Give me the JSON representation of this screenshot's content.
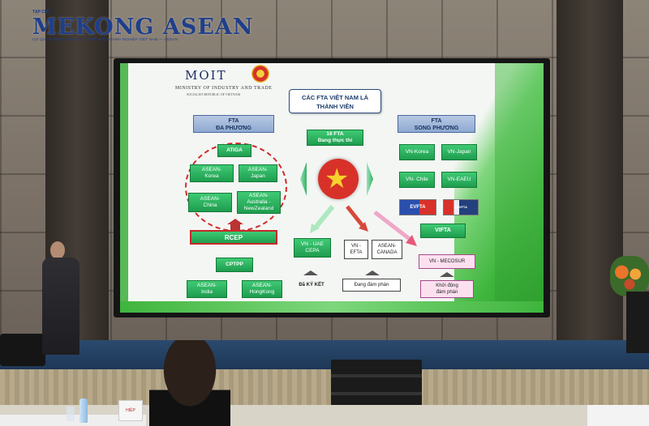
{
  "watermark": {
    "brand": "MEKONG ASEAN",
    "prefix": "TẠP CHÍ",
    "tagline": "CƠ QUAN NGÔN LUẬN CỦA HIỆP HỘI DOANH NGHIỆP VIỆT NAM — ASEAN"
  },
  "slide": {
    "logo_text": "MOIT",
    "ministry": "MINISTRY OF INDUSTRY AND TRADE",
    "republic": "SOCIALIST REPUBLIC OF VIETNAM",
    "title_line1": "CÁC FTA VIỆT NAM LÀ",
    "title_line2": "THÀNH VIÊN",
    "left_header_line1": "FTA",
    "left_header_line2": "ĐA PHƯƠNG",
    "right_header_line1": "FTA",
    "right_header_line2": "SONG PHƯƠNG",
    "center_line1": "16 FTA",
    "center_line2": "Đang thực thi",
    "multilateral": {
      "atiga": "ATIGA",
      "asean_korea_1": "ASEAN-",
      "asean_korea_2": "Korea",
      "asean_japan_1": "ASEAN-",
      "asean_japan_2": "Japan",
      "asean_china_1": "ASEAN-",
      "asean_china_2": "China",
      "asean_anz_1": "ASEAN-",
      "asean_anz_2": "Australia -",
      "asean_anz_3": "NewZealand",
      "rcep": "RCEP",
      "cptpp": "CPTPP",
      "asean_india_1": "ASEAN-",
      "asean_india_2": "India",
      "asean_hk_1": "ASEAN-",
      "asean_hk_2": "HongKong"
    },
    "bilateral": {
      "vn_korea": "VN-Korea",
      "vn_japan": "VN-Japan",
      "vn_chile": "VN- Chile",
      "vn_eaeu": "VN-EAEU",
      "evfta": "EVFTA",
      "ukvfta": "UKVFTA",
      "vifta": "VIFTA"
    },
    "status": {
      "vn_uae_1": "VN - UAE",
      "vn_uae_2": "CEPA",
      "vn_efta_1": "VN -",
      "vn_efta_2": "EFTA",
      "asean_canada_1": "ASEAN-",
      "asean_canada_2": "CANADA",
      "vn_mercosur": "VN - MECOSUR",
      "signed": "Đã KÝ KẾT",
      "negotiating": "Đang đàm phán",
      "launch_1": "Khởi động",
      "launch_2": "đàm phán"
    }
  },
  "table_card": "HIỆP"
}
